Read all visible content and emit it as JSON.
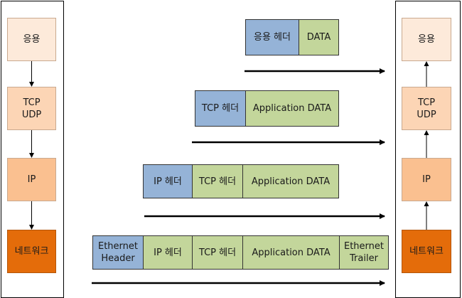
{
  "colors": {
    "layer_app": "#fdeada",
    "layer_transport": "#fcd5b5",
    "layer_ip": "#fac090",
    "layer_network": "#e46c0a",
    "header_blue": "#95b3d7",
    "data_green": "#c3d69b"
  },
  "left_stack": {
    "app": "응용",
    "transport": "TCP\nUDP",
    "ip": "IP",
    "network": "네트워크"
  },
  "right_stack": {
    "app": "응용",
    "transport": "TCP\nUDP",
    "ip": "IP",
    "network": "네트워크"
  },
  "packets": {
    "row1": {
      "app_header": "응용 헤더",
      "data": "DATA"
    },
    "row2": {
      "tcp_header": "TCP 헤더",
      "app_data": "Application DATA"
    },
    "row3": {
      "ip_header": "IP 헤더",
      "tcp_header": "TCP 헤더",
      "app_data": "Application DATA"
    },
    "row4": {
      "eth_header": "Ethernet\nHeader",
      "ip_header": "IP 헤더",
      "tcp_header": "TCP 헤더",
      "app_data": "Application DATA",
      "eth_trailer": "Ethernet\nTrailer"
    }
  }
}
